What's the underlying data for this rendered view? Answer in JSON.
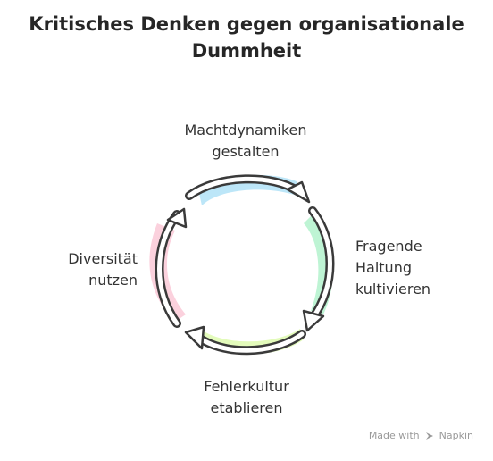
{
  "title_lines": [
    "Kritisches Denken gegen organisationale",
    "Dummheit"
  ],
  "steps": [
    {
      "lines": [
        "Machtdynamiken",
        "gestalten"
      ],
      "color": "#a6def6"
    },
    {
      "lines": [
        "Fragende",
        "Haltung",
        "kultivieren"
      ],
      "color": "#a8f0c6"
    },
    {
      "lines": [
        "Fehlerkultur",
        "etablieren"
      ],
      "color": "#d9f9a4"
    },
    {
      "lines": [
        "Diversität",
        "nutzen"
      ],
      "color": "#f9c2d2"
    }
  ],
  "credit": {
    "made_with": "Made with",
    "brand": "Napkin",
    "icon": "napkin-logo-icon"
  }
}
